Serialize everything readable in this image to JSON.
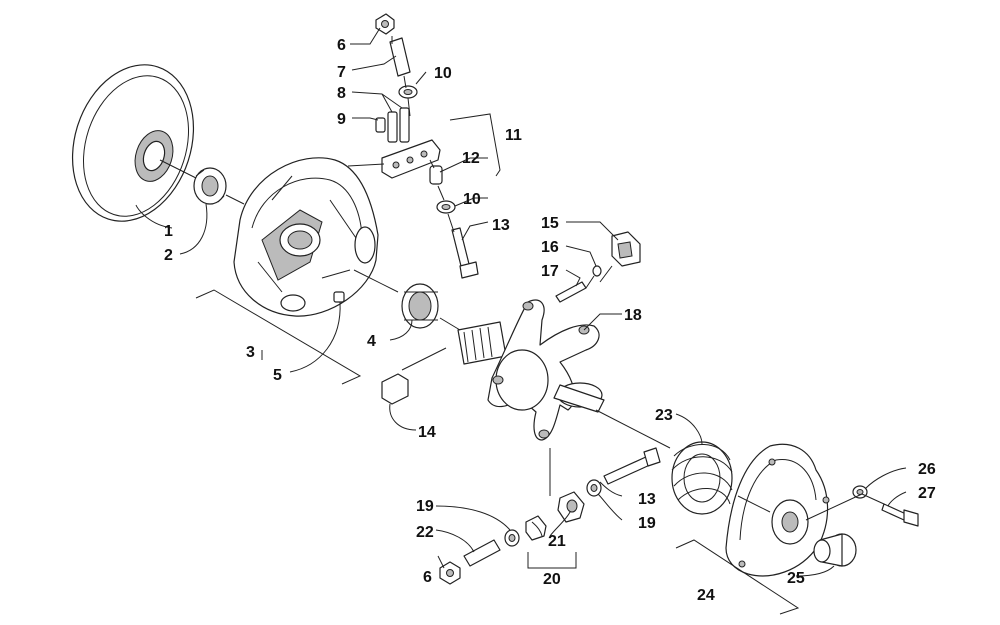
{
  "diagram": {
    "callouts": [
      {
        "id": "c1",
        "label": "1"
      },
      {
        "id": "c2",
        "label": "2"
      },
      {
        "id": "c3",
        "label": "3"
      },
      {
        "id": "c4",
        "label": "4"
      },
      {
        "id": "c5",
        "label": "5"
      },
      {
        "id": "c6a",
        "label": "6"
      },
      {
        "id": "c6b",
        "label": "6"
      },
      {
        "id": "c7",
        "label": "7"
      },
      {
        "id": "c8",
        "label": "8"
      },
      {
        "id": "c9",
        "label": "9"
      },
      {
        "id": "c10a",
        "label": "10"
      },
      {
        "id": "c10b",
        "label": "10"
      },
      {
        "id": "c11",
        "label": "11"
      },
      {
        "id": "c12",
        "label": "12"
      },
      {
        "id": "c13a",
        "label": "13"
      },
      {
        "id": "c13b",
        "label": "13"
      },
      {
        "id": "c14",
        "label": "14"
      },
      {
        "id": "c15",
        "label": "15"
      },
      {
        "id": "c16",
        "label": "16"
      },
      {
        "id": "c17",
        "label": "17"
      },
      {
        "id": "c18",
        "label": "18"
      },
      {
        "id": "c19a",
        "label": "19"
      },
      {
        "id": "c19b",
        "label": "19"
      },
      {
        "id": "c20",
        "label": "20"
      },
      {
        "id": "c21",
        "label": "21"
      },
      {
        "id": "c22",
        "label": "22"
      },
      {
        "id": "c23",
        "label": "23"
      },
      {
        "id": "c24",
        "label": "24"
      },
      {
        "id": "c25",
        "label": "25"
      },
      {
        "id": "c26",
        "label": "26"
      },
      {
        "id": "c27",
        "label": "27"
      }
    ]
  }
}
